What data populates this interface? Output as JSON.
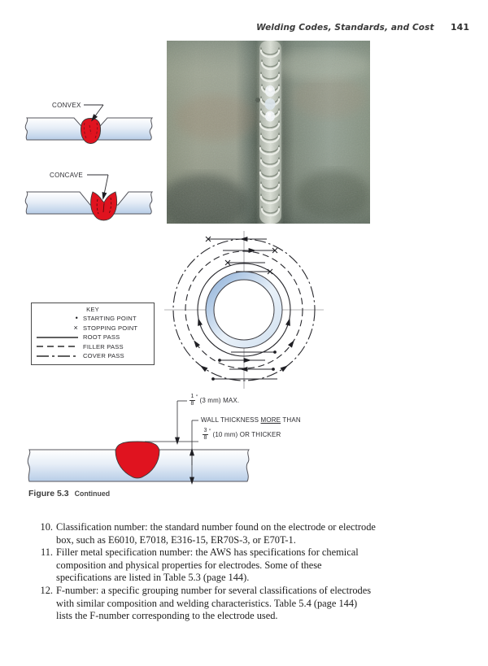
{
  "header": {
    "title": "Welding Codes, Standards, and Cost",
    "page_number": "141"
  },
  "diagram_labels": {
    "convex": "CONVEX",
    "concave": "CONCAVE"
  },
  "key": {
    "title": "KEY",
    "items": [
      {
        "symbol": "starting-point-dot",
        "char": "•",
        "label": "STARTING POINT"
      },
      {
        "symbol": "stopping-point-x",
        "char": "×",
        "label": "STOPPING POINT"
      },
      {
        "symbol": "solid-line",
        "label": "ROOT PASS"
      },
      {
        "symbol": "dashed-line",
        "label": "FILLER PASS"
      },
      {
        "symbol": "dash-dot-line",
        "label": "COVER PASS"
      }
    ]
  },
  "cross_section": {
    "max_numerator": "1",
    "max_denominator": "8",
    "max_unit_mark": "″",
    "max_note": "(3 mm) MAX.",
    "wall_pre": "WALL THICKNESS ",
    "wall_underlined": "MORE",
    "wall_post": " THAN",
    "wall_numerator": "3",
    "wall_denominator": "8",
    "wall_unit_mark": "″",
    "wall_note": "(10 mm) OR THICKER"
  },
  "caption": {
    "figure": "Figure 5.3",
    "continued": "Continued"
  },
  "body_list": [
    {
      "number": "10.",
      "text": "Classification number: the standard number found on the electrode or electrode box, such as E6010, E7018, E316-15, ER70S-3, or E70T-1."
    },
    {
      "number": "11.",
      "text": "Filler metal specification number: the AWS has specifications for chemical composition and physical properties for electrodes. Some of these specifications are listed in Table 5.3 (page 144)."
    },
    {
      "number": "12.",
      "text": "F-number: a specific grouping number for several classifications of electrodes with similar composition and welding characteristics. Table 5.4 (page 144) lists the F-number corresponding to the electrode used."
    }
  ],
  "colors": {
    "weld_red": "#e0131f",
    "plate_blue": "#b7cde7",
    "pipe_blue": "#86abd6",
    "line_dark": "#2a2a2e"
  }
}
